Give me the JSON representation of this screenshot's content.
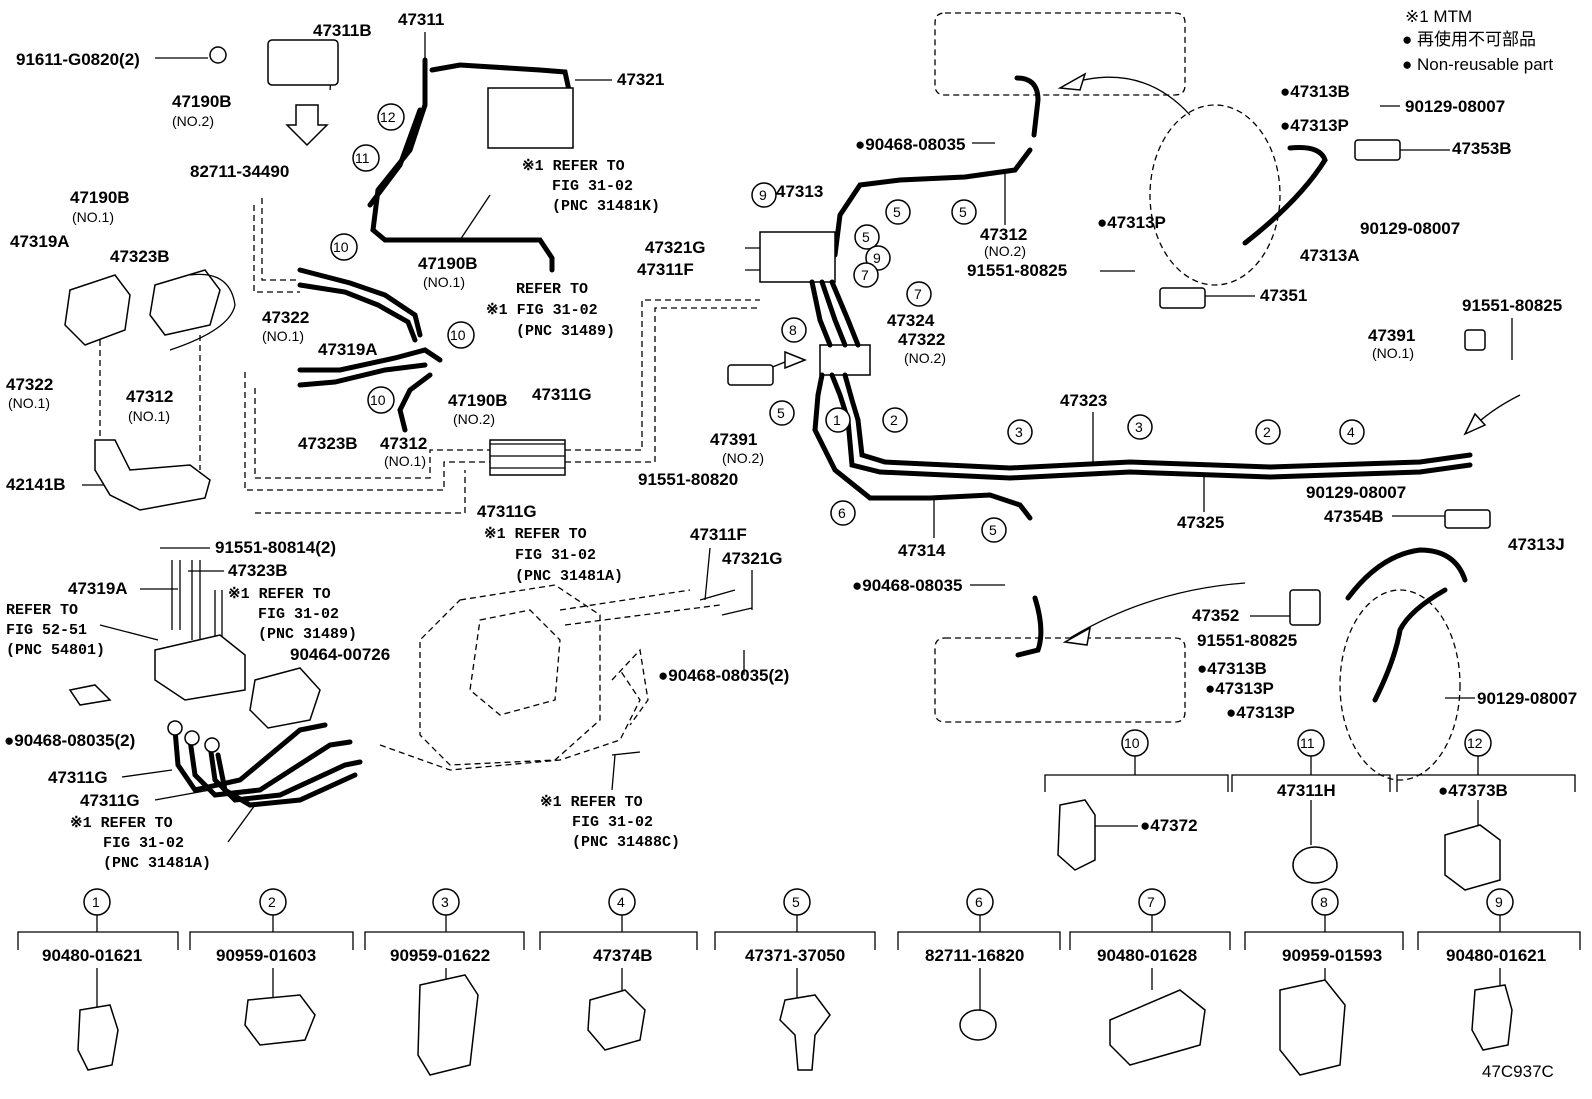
{
  "legend": {
    "mtm": "※1 MTM",
    "non_reusable_jp": "● 再使用不可部品",
    "non_reusable_en": "● Non-reusable part"
  },
  "diagram_code": "47C937C",
  "labels": {
    "p91611": "91611-G0820(2)",
    "p47311B": "47311B",
    "p47311": "47311",
    "p47321_top": "47321",
    "p47190B_no2": "47190B",
    "p47190B_no2_sub": "(NO.2)",
    "p82711_34490": "82711-34490",
    "p47190B_no1": "47190B",
    "p47190B_no1_sub": "(NO.1)",
    "p47319A_left": "47319A",
    "p47323B_left": "47323B",
    "p47322_left": "47322",
    "p47322_left_sub": "(NO.1)",
    "p47312_left": "47312",
    "p47312_left_sub": "(NO.1)",
    "p42141B": "42141B",
    "ref_31481K_1": "※1 REFER TO",
    "ref_31481K_2": "FIG 31-02",
    "ref_31481K_3": "(PNC 31481K)",
    "p47190B_mid": "47190B",
    "p47190B_mid_sub": "(NO.1)",
    "ref_31489_1": "REFER TO",
    "ref_31489_2": "※1 FIG 31-02",
    "ref_31489_3": "(PNC 31489)",
    "p47322_mid": "47322",
    "p47322_mid_sub": "(NO.1)",
    "p47319A_mid": "47319A",
    "p47190B_mid2": "47190B",
    "p47190B_mid2_sub": "(NO.2)",
    "p47311G_mid": "47311G",
    "p47323B_mid": "47323B",
    "p47312_mid": "47312",
    "p47312_mid_sub": "(NO.1)",
    "p47311G_mid2": "47311G",
    "ref_31481A_1": "※1 REFER TO",
    "ref_31481A_2": "FIG 31-02",
    "ref_31481A_3": "(PNC 31481A)",
    "p91551_80814": "91551-80814(2)",
    "p47323B_low": "47323B",
    "p47319A_low": "47319A",
    "ref_54801_1": "REFER TO",
    "ref_54801_2": "FIG 52-51",
    "ref_54801_3": "(PNC 54801)",
    "ref_31489b_1": "※1 REFER TO",
    "ref_31489b_2": "FIG 31-02",
    "ref_31489b_3": "(PNC 31489)",
    "p90464_00726": "90464-00726",
    "p90468_08035_2_left": "●90468-08035(2)",
    "p47311G_low1": "47311G",
    "p47311G_low2": "47311G",
    "ref_31481A_b1": "※1 REFER TO",
    "ref_31481A_b2": "FIG 31-02",
    "ref_31481A_b3": "(PNC 31481A)",
    "p47311F_low": "47311F",
    "p47321G_low": "47321G",
    "p90468_08035_2_mid": "●90468-08035(2)",
    "ref_31488C_1": "※1 REFER TO",
    "ref_31488C_2": "FIG 31-02",
    "ref_31488C_3": "(PNC 31488C)",
    "p47313": "47313",
    "p47321G_top": "47321G",
    "p47311F_top": "47311F",
    "p47324": "47324",
    "p47322_no2": "47322",
    "p47322_no2_sub": "(NO.2)",
    "p47391_no2": "47391",
    "p47391_no2_sub": "(NO.2)",
    "p91551_80820": "91551-80820",
    "p90468_08035_top": "●90468-08035",
    "p47312_no2": "47312",
    "p47312_no2_sub": "(NO.2)",
    "p91551_80825_a": "91551-80825",
    "p47313B_top": "●47313B",
    "p47313P_top": "●47313P",
    "p90129_a": "90129-08007",
    "p47353B": "47353B",
    "p47313P_mid": "●47313P",
    "p90129_b": "90129-08007",
    "p47313A": "47313A",
    "p47351": "47351",
    "p91551_80825_b": "91551-80825",
    "p47391_no1": "47391",
    "p47391_no1_sub": "(NO.1)",
    "p47323": "47323",
    "p47325": "47325",
    "p47314": "47314",
    "p90129_c": "90129-08007",
    "p47354B": "47354B",
    "p47313J": "47313J",
    "p90468_08035_mid": "●90468-08035",
    "p47352": "47352",
    "p91551_80825_c": "91551-80825",
    "p47313B_low": "●47313B",
    "p47313P_low1": "●47313P",
    "p47313P_low2": "●47313P",
    "p90129_d": "90129-08007",
    "p47311H": "47311H",
    "p47373B": "●47373B",
    "p47372": "●47372"
  },
  "clamp_table": [
    {
      "num": "1",
      "part": "90480-01621"
    },
    {
      "num": "2",
      "part": "90959-01603"
    },
    {
      "num": "3",
      "part": "90959-01622"
    },
    {
      "num": "4",
      "part": "47374B"
    },
    {
      "num": "5",
      "part": "47371-37050"
    },
    {
      "num": "6",
      "part": "82711-16820"
    },
    {
      "num": "7",
      "part": "90480-01628"
    },
    {
      "num": "8",
      "part": "90959-01593"
    },
    {
      "num": "9",
      "part": "90480-01621"
    }
  ],
  "callouts": [
    "1",
    "2",
    "3",
    "4",
    "5",
    "6",
    "7",
    "8",
    "9",
    "10",
    "11",
    "12"
  ]
}
